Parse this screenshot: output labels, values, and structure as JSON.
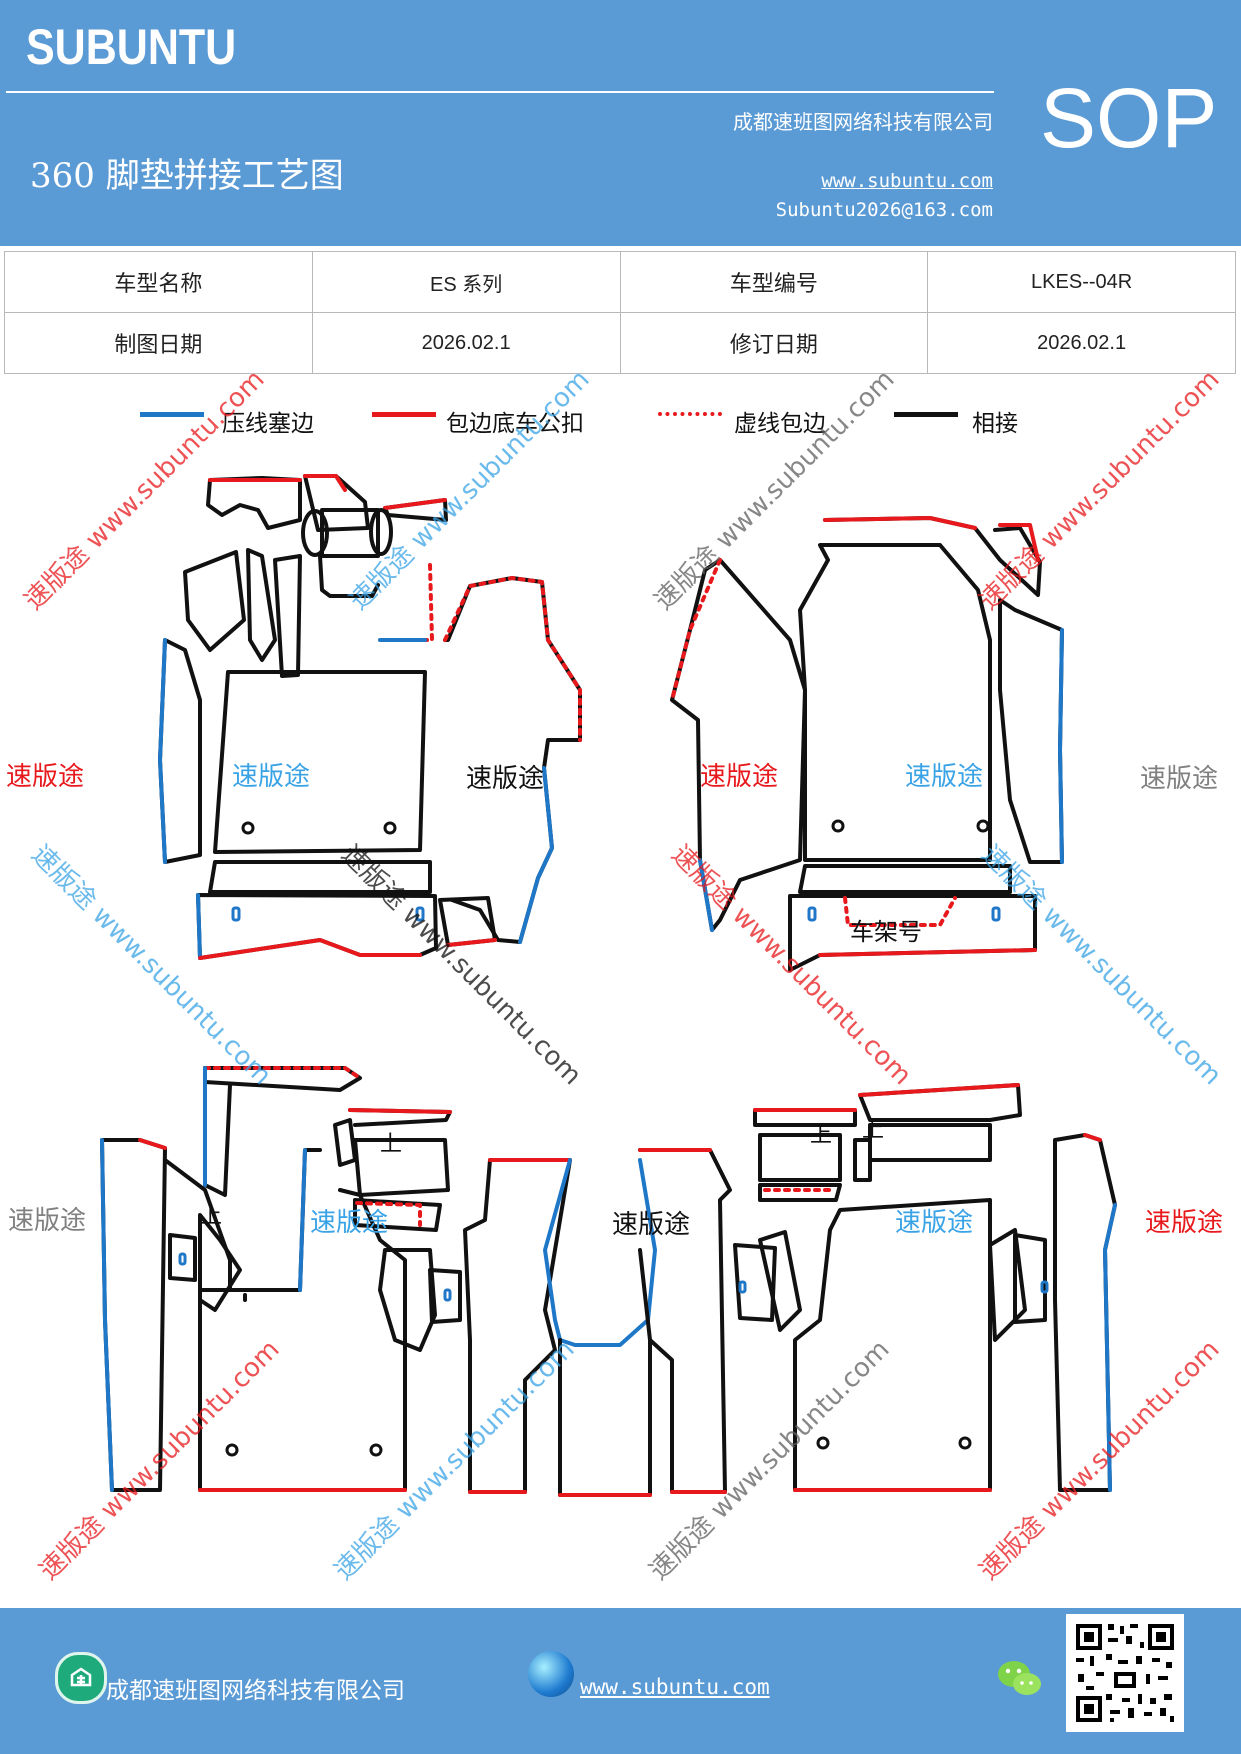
{
  "header": {
    "brand": "SUBUNTU",
    "company": "成都速班图网络科技有限公司",
    "title": "360 脚垫拼接工艺图",
    "website": "www.subuntu.com",
    "email": "Subuntu2026@163.com",
    "doc_type": "SOP"
  },
  "info_table": {
    "rows": [
      [
        "车型名称",
        "ES 系列",
        "车型编号",
        "LKES--04R"
      ],
      [
        "制图日期",
        "2026.02.1",
        "修订日期",
        "2026.02.1"
      ]
    ]
  },
  "legend": [
    {
      "label": "压线塞边",
      "color": "#1f77c8",
      "style": "solid"
    },
    {
      "label": "包边底车公扣",
      "color": "#e8191d",
      "style": "solid"
    },
    {
      "label": "虚线包边",
      "color": "#e8191d",
      "style": "dotted"
    },
    {
      "label": "相接",
      "color": "#000000",
      "style": "solid"
    }
  ],
  "drawing": {
    "piece_label": "速版途",
    "frame_label": "车架号",
    "up_mark": "上",
    "watermark": "速版途 www.subuntu.com"
  },
  "colors": {
    "header_bg": "#5b9bd5",
    "blue_line": "#1f77c8",
    "red_line": "#e8191d",
    "black_line": "#111111",
    "label_red": "#e8191d",
    "label_blue": "#3aa3e6",
    "label_gray": "#808080",
    "label_black": "#111111"
  },
  "footer": {
    "company": "成都速班图网络科技有限公司",
    "website": "www.subuntu.com"
  }
}
